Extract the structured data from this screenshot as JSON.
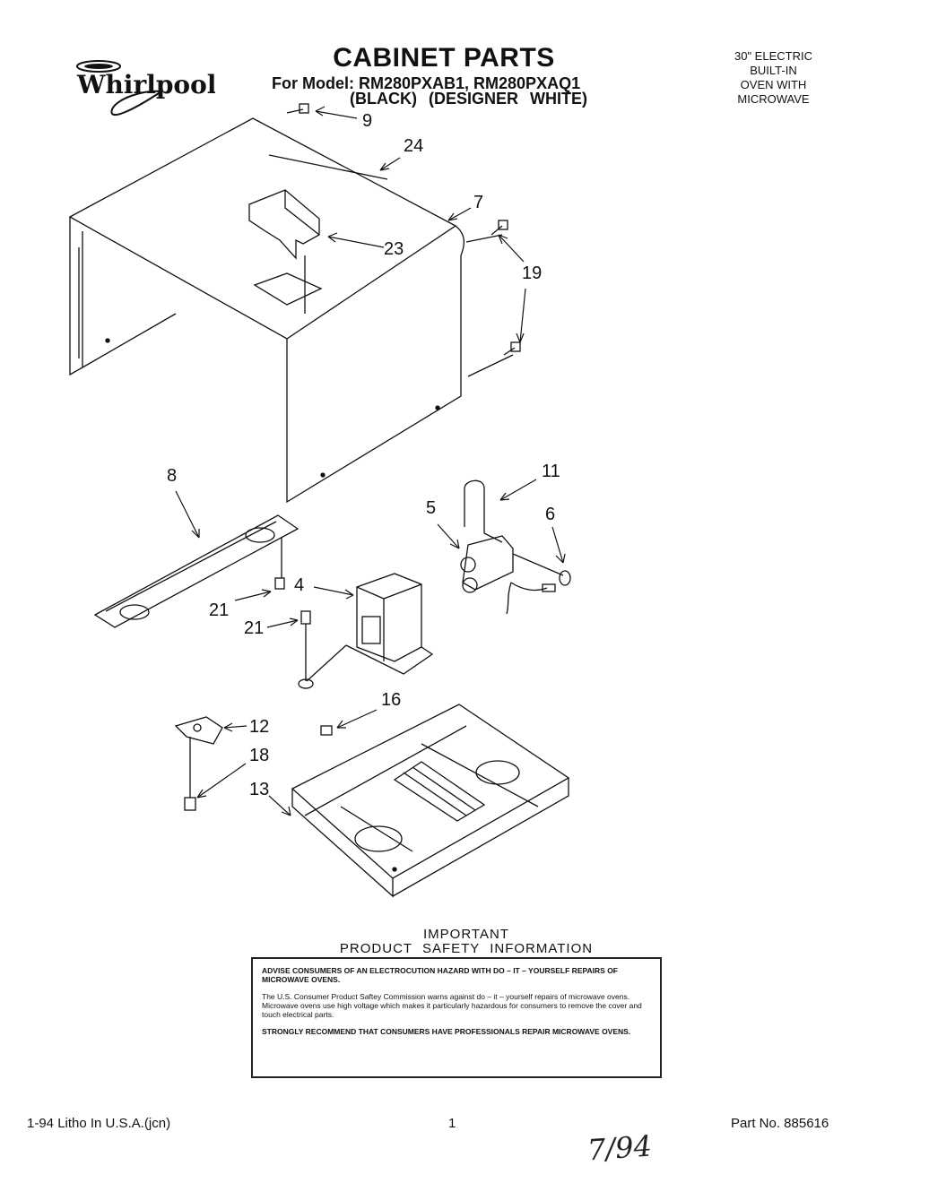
{
  "header": {
    "brand": "Whirlpool",
    "title": "CABINET PARTS",
    "model_line": "For Model: RM280PXAB1, RM280PXAQ1",
    "variants": "(BLACK)   (DESIGNER WHITE)",
    "product_lines": [
      "30\" ELECTRIC",
      "BUILT-IN",
      "OVEN WITH",
      "MICROWAVE"
    ]
  },
  "callouts": {
    "c9": "9",
    "c24": "24",
    "c7": "7",
    "c23": "23",
    "c19": "19",
    "c8": "8",
    "c11": "11",
    "c5": "5",
    "c6": "6",
    "c4": "4",
    "c21a": "21",
    "c21b": "21",
    "c16": "16",
    "c12": "12",
    "c18": "18",
    "c13": "13"
  },
  "safety": {
    "heading1": "IMPORTANT",
    "heading2": "PRODUCT  SAFETY  INFORMATION",
    "p1": "ADVISE CONSUMERS OF AN ELECTROCUTION HAZARD WITH DO – IT – YOURSELF REPAIRS OF MICROWAVE OVENS.",
    "p2": "The U.S. Consumer Product Saftey Commission warns against do – it – yourself repairs of microwave ovens. Microwave ovens use high voltage which makes it particularly hazardous for consumers to remove the cover and touch electrical parts.",
    "p3": "STRONGLY RECOMMEND THAT CONSUMERS HAVE PROFESSIONALS REPAIR MICROWAVE OVENS."
  },
  "footer": {
    "litho": "1-94 Litho In U.S.A.(jcn)",
    "page": "1",
    "part_no": "Part No. 885616",
    "handwritten": "7/94"
  }
}
